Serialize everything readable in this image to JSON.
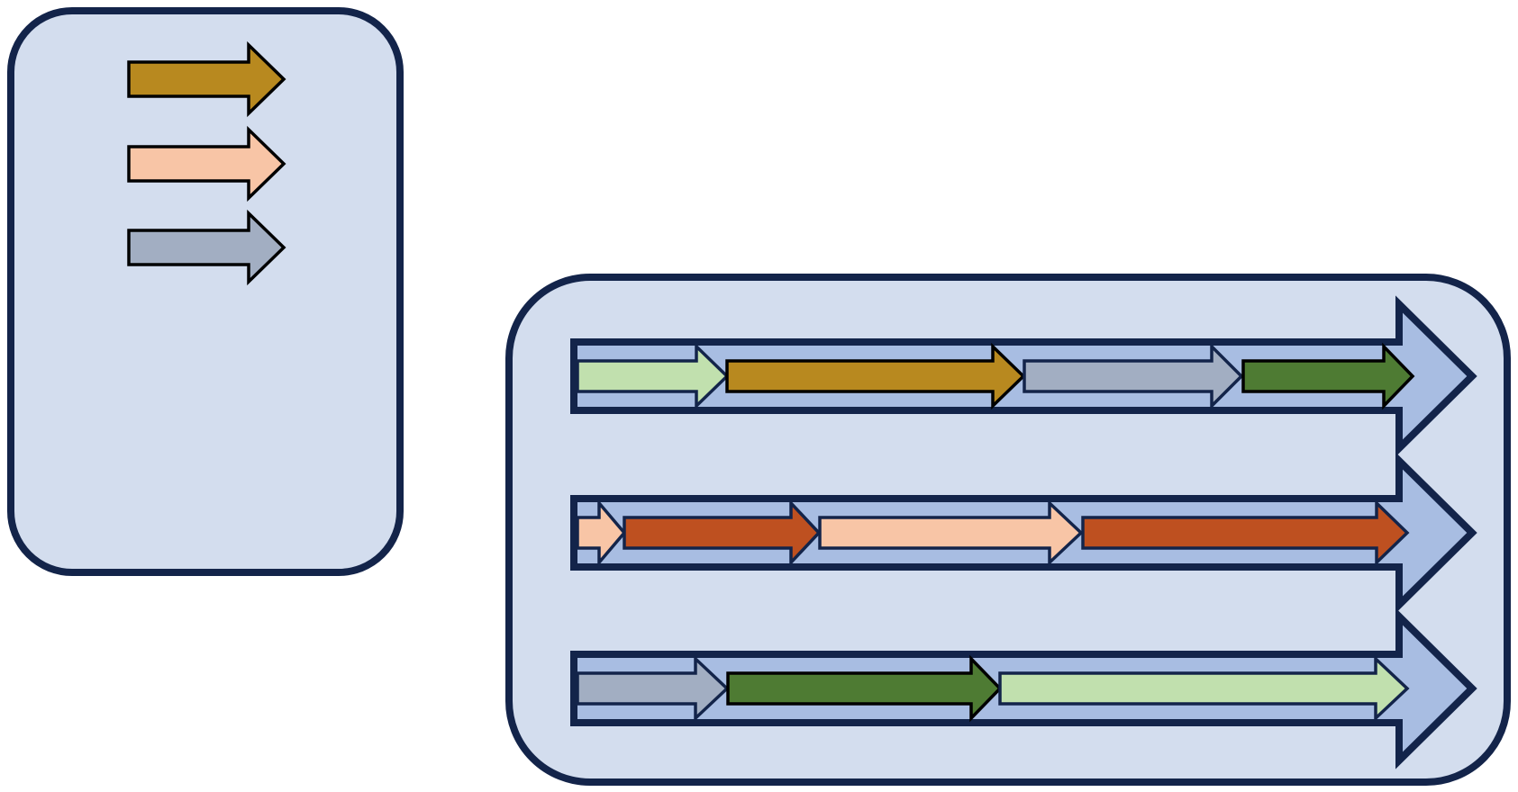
{
  "colors": {
    "background": "#FFFFFF",
    "panel_fill": "#D3DDEE",
    "panel_stroke": "#13244A",
    "track_fill": "#A8BDE2",
    "track_stroke": "#13244A",
    "gold": "#B8891F",
    "peach": "#F8C5A6",
    "slate": "#A2AEC2",
    "light_green": "#C1E0AE",
    "dark_green": "#4E7B33",
    "orange": "#BE5020",
    "black": "#000000"
  },
  "legend": {
    "arrows": [
      {
        "name": "gold-arrow",
        "fill": "gold",
        "stroke": "black"
      },
      {
        "name": "peach-arrow",
        "fill": "peach",
        "stroke": "black"
      },
      {
        "name": "slate-arrow",
        "fill": "slate",
        "stroke": "black"
      }
    ]
  },
  "tracks": [
    {
      "name": "track-1",
      "segments": [
        {
          "name": "light-green-segment",
          "fill": "light_green",
          "stroke": "track_stroke"
        },
        {
          "name": "gold-segment",
          "fill": "gold",
          "stroke": "black"
        },
        {
          "name": "slate-segment",
          "fill": "slate",
          "stroke": "track_stroke"
        },
        {
          "name": "dark-green-segment",
          "fill": "dark_green",
          "stroke": "black"
        }
      ]
    },
    {
      "name": "track-2",
      "segments": [
        {
          "name": "peach-segment",
          "fill": "peach",
          "stroke": "track_stroke"
        },
        {
          "name": "orange-segment",
          "fill": "orange",
          "stroke": "track_stroke"
        },
        {
          "name": "peach-segment",
          "fill": "peach",
          "stroke": "track_stroke"
        },
        {
          "name": "orange-segment",
          "fill": "orange",
          "stroke": "track_stroke"
        }
      ]
    },
    {
      "name": "track-3",
      "segments": [
        {
          "name": "slate-segment",
          "fill": "slate",
          "stroke": "track_stroke"
        },
        {
          "name": "dark-green-segment",
          "fill": "dark_green",
          "stroke": "black"
        },
        {
          "name": "light-green-segment",
          "fill": "light_green",
          "stroke": "track_stroke"
        }
      ]
    }
  ]
}
